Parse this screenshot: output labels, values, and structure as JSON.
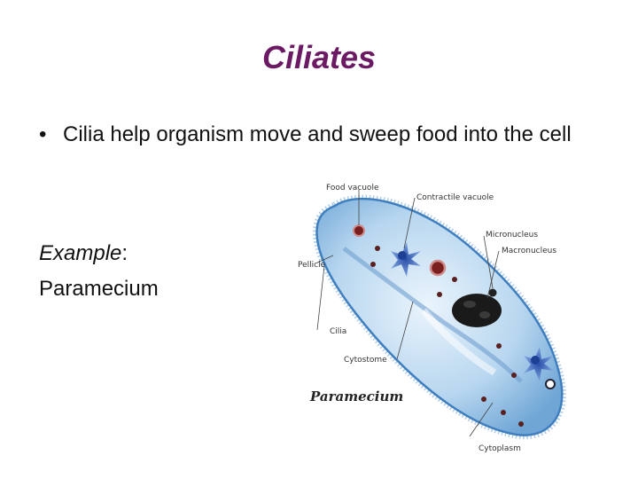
{
  "slide": {
    "title": "Ciliates",
    "bullet_symbol": "•",
    "bullet_text": "Cilia help organism move and sweep food into the cell",
    "example_label": "Example",
    "example_colon": ":",
    "example_value": "Paramecium"
  },
  "diagram": {
    "caption": "Paramecium",
    "labels": {
      "food_vacuole": "Food vacuole",
      "contractile_vacuole": "Contractile vacuole",
      "micronucleus": "Micronucleus",
      "macronucleus": "Macronucleus",
      "pellicle": "Pellicle",
      "cilia": "Cilia",
      "cytostome": "Cytostome",
      "cytoplasm": "Cytoplasm"
    }
  }
}
